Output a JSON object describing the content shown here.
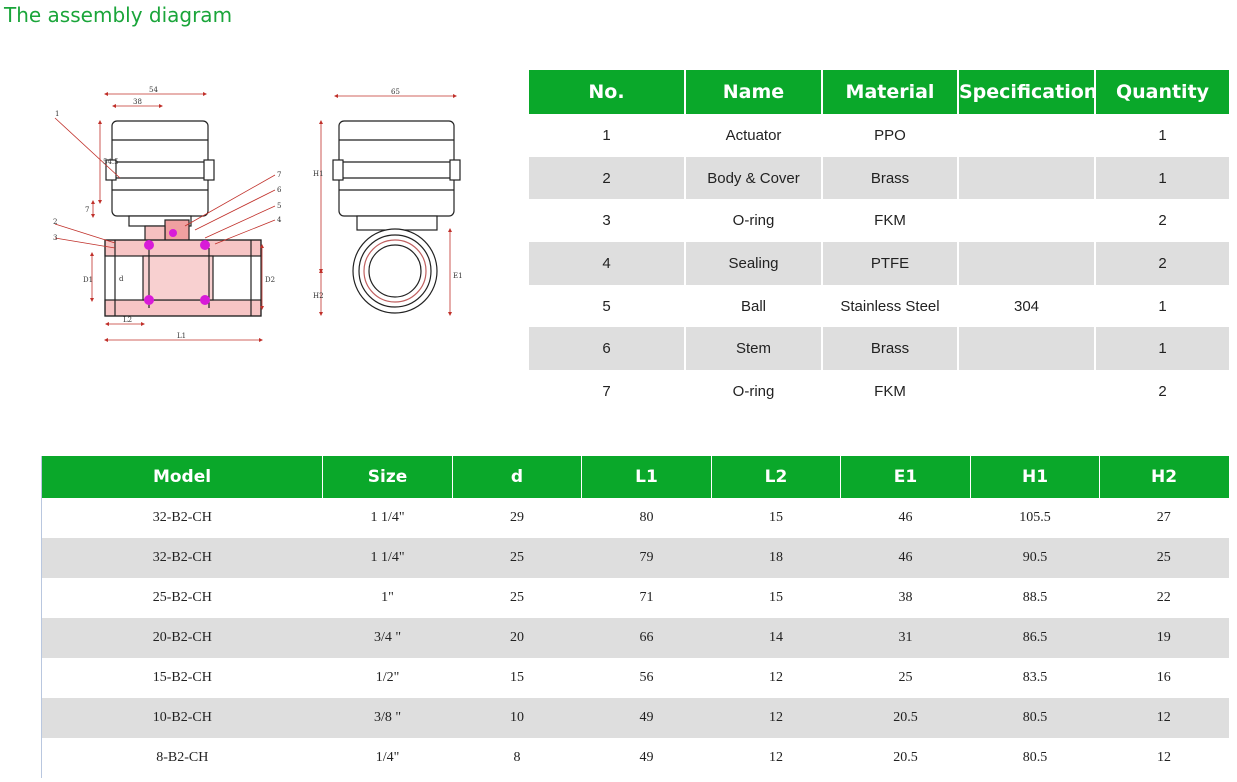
{
  "page": {
    "title": "The assembly diagram"
  },
  "drawing": {
    "front_dims": {
      "w54": "54",
      "w38": "38",
      "h54_5": "54.5",
      "h7": "7",
      "d1": "D1",
      "d": "d",
      "d2": "D2",
      "l2": "L2",
      "l1": "L1"
    },
    "part_callouts": [
      "1",
      "2",
      "3",
      "4",
      "5",
      "6",
      "7"
    ],
    "side_dims": {
      "w65": "65",
      "h1": "H1",
      "h2": "H2",
      "e1": "E1"
    }
  },
  "parts_table": {
    "headers": [
      "No.",
      "Name",
      "Material",
      "Specification",
      "Quantity"
    ],
    "rows": [
      [
        "1",
        "Actuator",
        "PPO",
        "",
        "1"
      ],
      [
        "2",
        "Body & Cover",
        "Brass",
        "",
        "1"
      ],
      [
        "3",
        "O-ring",
        "FKM",
        "",
        "2"
      ],
      [
        "4",
        "Sealing",
        "PTFE",
        "",
        "2"
      ],
      [
        "5",
        "Ball",
        "Stainless Steel",
        "304",
        "1"
      ],
      [
        "6",
        "Stem",
        "Brass",
        "",
        "1"
      ],
      [
        "7",
        "O-ring",
        "FKM",
        "",
        "2"
      ]
    ]
  },
  "model_table": {
    "headers": [
      "Model",
      "Size",
      "d",
      "L1",
      "L2",
      "E1",
      "H1",
      "H2"
    ],
    "rows": [
      [
        "32-B2-CH",
        "1 1/4\"",
        "29",
        "80",
        "15",
        "46",
        "105.5",
        "27"
      ],
      [
        "32-B2-CH",
        "1 1/4\"",
        "25",
        "79",
        "18",
        "46",
        "90.5",
        "25"
      ],
      [
        "25-B2-CH",
        "1\"",
        "25",
        "71",
        "15",
        "38",
        "88.5",
        "22"
      ],
      [
        "20-B2-CH",
        "3/4 \"",
        "20",
        "66",
        "14",
        "31",
        "86.5",
        "19"
      ],
      [
        "15-B2-CH",
        "1/2\"",
        "15",
        "56",
        "12",
        "25",
        "83.5",
        "16"
      ],
      [
        "10-B2-CH",
        "3/8 \"",
        "10",
        "49",
        "12",
        "20.5",
        "80.5",
        "12"
      ],
      [
        "8-B2-CH",
        "1/4\"",
        "8",
        "49",
        "12",
        "20.5",
        "80.5",
        "12"
      ]
    ]
  },
  "colors": {
    "title": "#1aa53a",
    "header_bg": "#0aa82a",
    "stripe": "#dedede",
    "seal": "#d81bd8",
    "line": "#c0302a"
  }
}
